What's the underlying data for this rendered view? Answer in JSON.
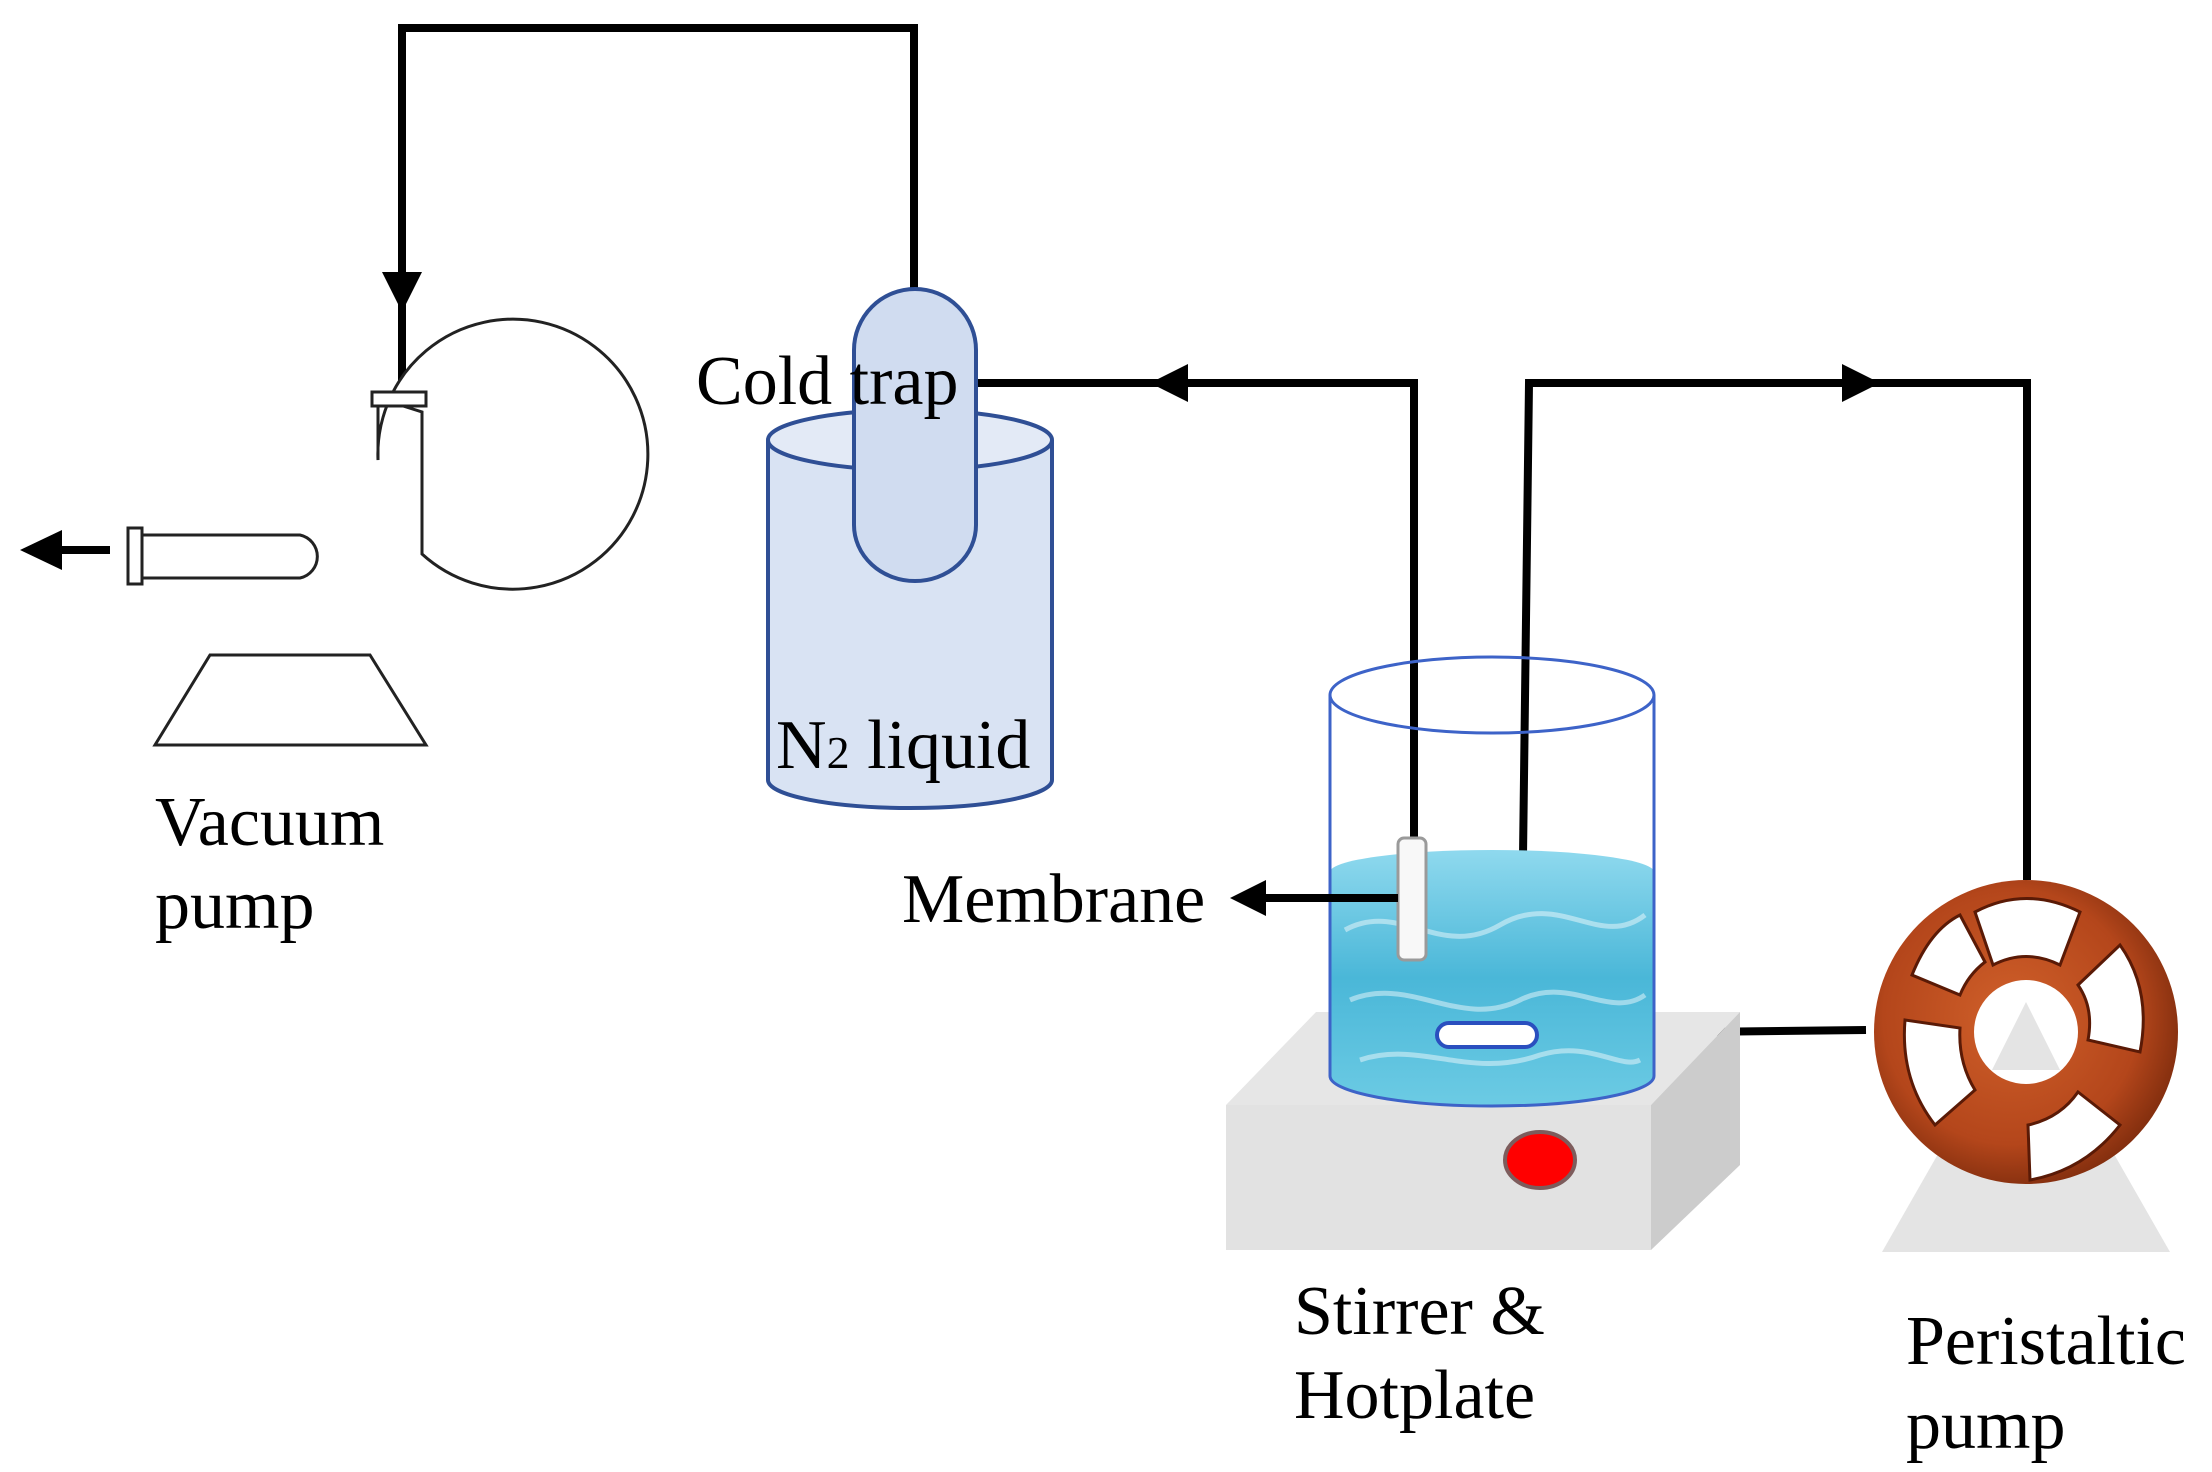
{
  "labels": {
    "vacuum_pump_line1": "Vacuum",
    "vacuum_pump_line2": "pump",
    "cold_trap": "Cold trap",
    "n2_liquid_main": "N",
    "n2_liquid_sub": "2",
    "n2_liquid_rest": " liquid",
    "membrane": "Membrane",
    "stirrer_line1": "Stirrer &",
    "stirrer_line2": "Hotplate",
    "peristaltic_line1": "Peristaltic",
    "peristaltic_line2": "pump"
  },
  "colors": {
    "line": "#000000",
    "cold_trap_fill": "#d9e3f3",
    "cold_trap_stroke": "#2f4f95",
    "beaker_stroke": "#3d63c8",
    "water": "#5fc3df",
    "hotplate": "#e4e4e4",
    "hotplate_knob": "#ff0000",
    "peristaltic_rotor": "#b8481c"
  }
}
